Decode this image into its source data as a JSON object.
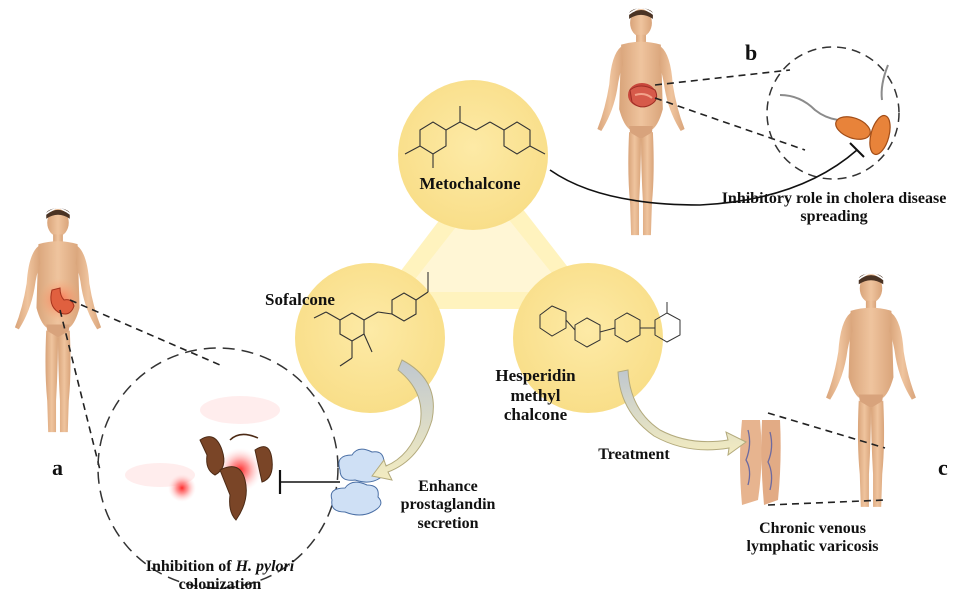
{
  "compounds": {
    "metochalcone": "Metochalcone",
    "sofalcone": "Sofalcone",
    "hesperidin": "Hesperidin methyl chalcone"
  },
  "panels": {
    "a": {
      "letter": "a",
      "caption_prefix": "Inhibition of ",
      "caption_italic": "H. pylori",
      "caption_suffix": "colonization"
    },
    "b": {
      "letter": "b",
      "caption": "Inhibitory role in cholera disease spreading"
    },
    "c": {
      "letter": "c",
      "caption": "Chronic venous lymphatic varicosis"
    }
  },
  "arrows": {
    "sofalcone_effect": "Enhance prostaglandin secretion",
    "hesperidin_effect": "Treatment"
  },
  "icons": [
    "human-body-icon",
    "stomach-icon",
    "intestine-icon",
    "h-pylori-bacteria-icon",
    "vibrio-cholerae-icon",
    "varicose-legs-icon",
    "prostaglandin-cloud-icon"
  ],
  "colors": {
    "circle_fill": "#fbe39a",
    "triangle_glow": "#fff3c4",
    "skin": "#e9b98f",
    "bacteria_orange": "#e8833a",
    "hpylori_brown": "#7a4527",
    "cloud_blue": "#cfe0f5",
    "arrow_fill": "#ede6b8"
  }
}
